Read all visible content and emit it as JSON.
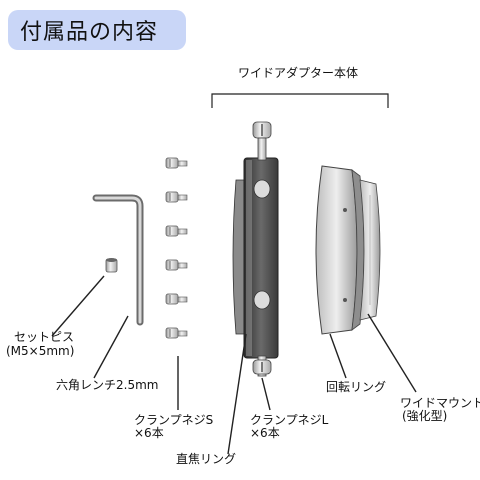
{
  "title": "付属品の内容",
  "labels": {
    "adapter_body": "ワイドアダプター本体",
    "set_piece_1": "セットピス",
    "set_piece_2": "(M5×5mm)",
    "hex_wrench": "六角レンチ2.5mm",
    "clamp_s_1": "クランプネジS",
    "clamp_s_2": "×6本",
    "clamp_l_1": "クランプネジL",
    "clamp_l_2": "×6本",
    "focus_ring": "直焦リング",
    "rotation_ring": "回転リング",
    "wide_mount_1": "ワイドマウント",
    "wide_mount_2": "(強化型)"
  },
  "colors": {
    "title_bg": "#c9d6f7",
    "metal_dark": "#4a4a4a",
    "metal_light": "#d8d8d8",
    "line": "#222222"
  },
  "screws_s_count": 6
}
